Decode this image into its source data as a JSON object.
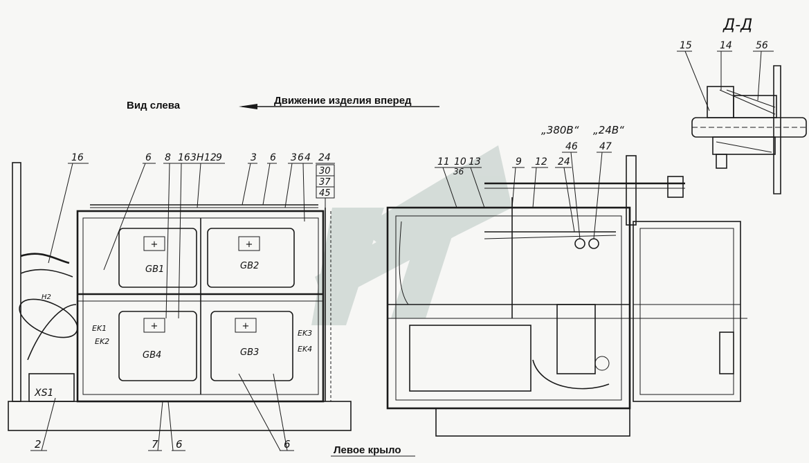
{
  "headings": {
    "view_left": "Вид слева",
    "direction": "Движение изделия вперед",
    "section": "Д-Д",
    "left_wing": "Левое крыло"
  },
  "batteries": [
    "GB1",
    "GB2",
    "GB4",
    "GB3"
  ],
  "heaters": [
    "EK1",
    "EK2",
    "EK3",
    "EK4"
  ],
  "connector": "XS1",
  "voltage_labels": [
    "„380В“",
    "„24В“"
  ],
  "small_labels": [
    "Н2"
  ],
  "callouts_top_left": [
    "16",
    "6",
    "8",
    "16",
    "3",
    "Н",
    "12",
    "9",
    "3",
    "6",
    "3",
    "6",
    "4",
    "24"
  ],
  "callouts_boxed": [
    "30",
    "37",
    "45"
  ],
  "callouts_bottom": [
    "2",
    "7",
    "6",
    "6"
  ],
  "callouts_right": [
    "11",
    "10",
    "13",
    "9",
    "12",
    "46",
    "24",
    "47",
    "36"
  ],
  "callouts_section": [
    "15",
    "14",
    "56"
  ],
  "colors": {
    "ink": "#1a1a1a",
    "paper": "#f7f7f5",
    "watermark": "#c9d3cf"
  }
}
